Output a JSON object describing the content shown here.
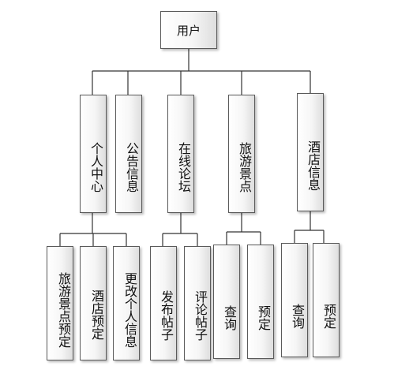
{
  "root": {
    "label": "用户"
  },
  "modules": [
    {
      "label": "个人中心",
      "children": [
        "旅游景点预定",
        "酒店预定",
        "更改个人信息"
      ]
    },
    {
      "label": "公告信息",
      "children": []
    },
    {
      "label": "在线论坛",
      "children": [
        "发布帖子",
        "评论帖子"
      ]
    },
    {
      "label": "旅游景点",
      "children": [
        "查询",
        "预定"
      ]
    },
    {
      "label": "酒店信息",
      "children": [
        "查询",
        "预定"
      ]
    }
  ]
}
